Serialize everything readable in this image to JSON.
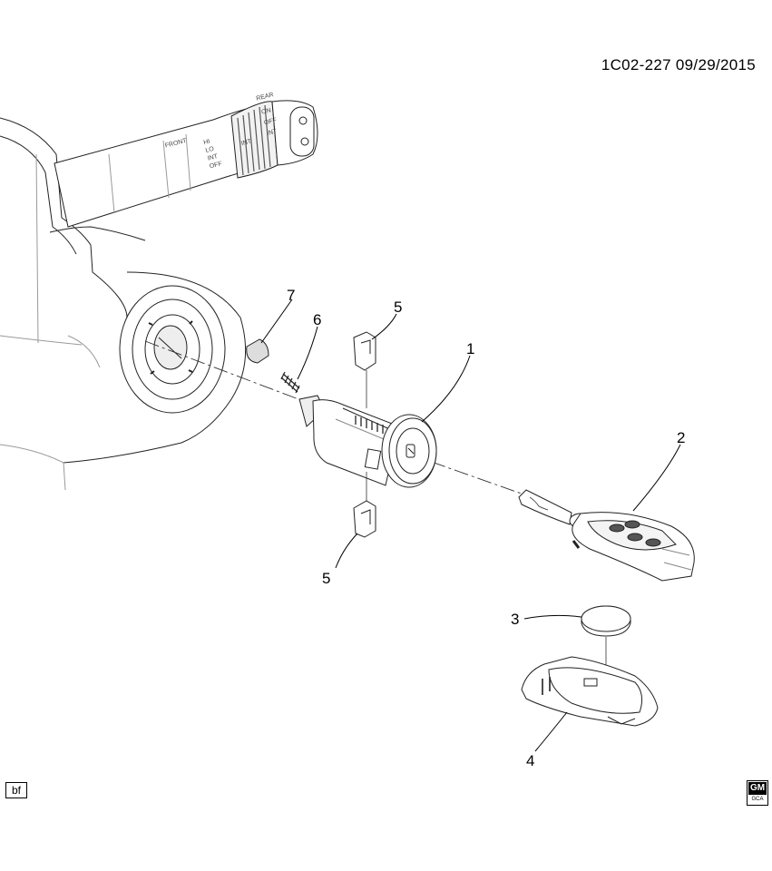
{
  "header": {
    "diagram_id": "1C02-227  09/29/2015"
  },
  "callouts": [
    {
      "id": "1",
      "label": "1"
    },
    {
      "id": "2",
      "label": "2"
    },
    {
      "id": "3",
      "label": "3"
    },
    {
      "id": "4",
      "label": "4"
    },
    {
      "id": "5a",
      "label": "5"
    },
    {
      "id": "5b",
      "label": "5"
    },
    {
      "id": "6",
      "label": "6"
    },
    {
      "id": "7",
      "label": "7"
    }
  ],
  "stalk_labels": {
    "front": "FRONT",
    "hi": "HI",
    "lo": "LO",
    "int": "INT",
    "off": "OFF",
    "knob_int": "INT",
    "rear": "REAR",
    "on": "ON",
    "rear_off": "OFF",
    "rear_int": "INT"
  },
  "footer": {
    "badge": "bf",
    "logo_main": "GM",
    "logo_sub": "GCA"
  }
}
